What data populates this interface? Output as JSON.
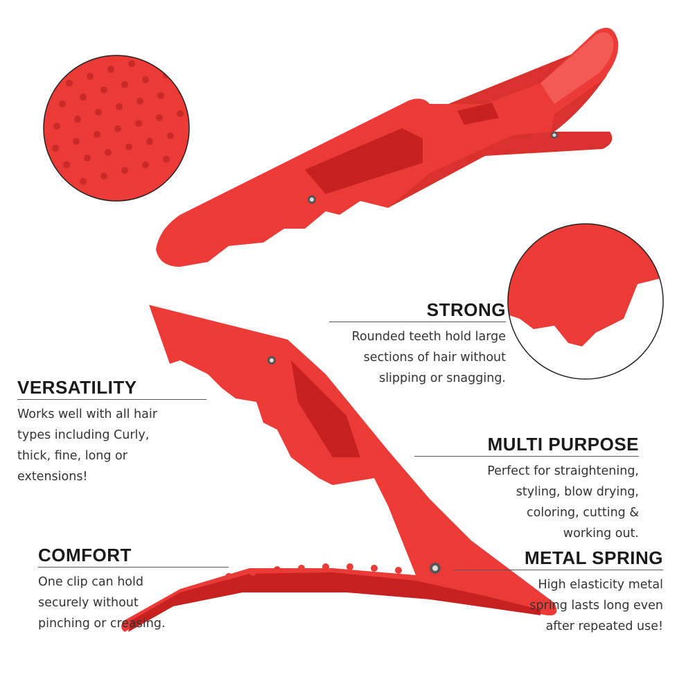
{
  "colors": {
    "clip_red": "#ec3a36",
    "clip_shadow": "#c6211f",
    "clip_light": "#f45a54",
    "text_dark": "#1a1a1a",
    "text_body": "#333333"
  },
  "features": {
    "strong": {
      "title": "STRONG",
      "description": "Rounded teeth hold large\nsections of hair without\nslipping or snagging."
    },
    "versatility": {
      "title": "VERSATILITY",
      "description": "Works well with all hair\ntypes including Curly,\nthick, fine, long or\nextensions!"
    },
    "multi_purpose": {
      "title": "MULTI PURPOSE",
      "description": "Perfect for straightening,\nstyling, blow drying,\ncoloring, cutting &\nworking out."
    },
    "comfort": {
      "title": "COMFORT",
      "description": "One clip can hold\nsecurely without\npinching or creasing."
    },
    "metal_spring": {
      "title": "METAL SPRING",
      "description": "High elasticity metal\nspring lasts long even\nafter repeated use!"
    }
  }
}
